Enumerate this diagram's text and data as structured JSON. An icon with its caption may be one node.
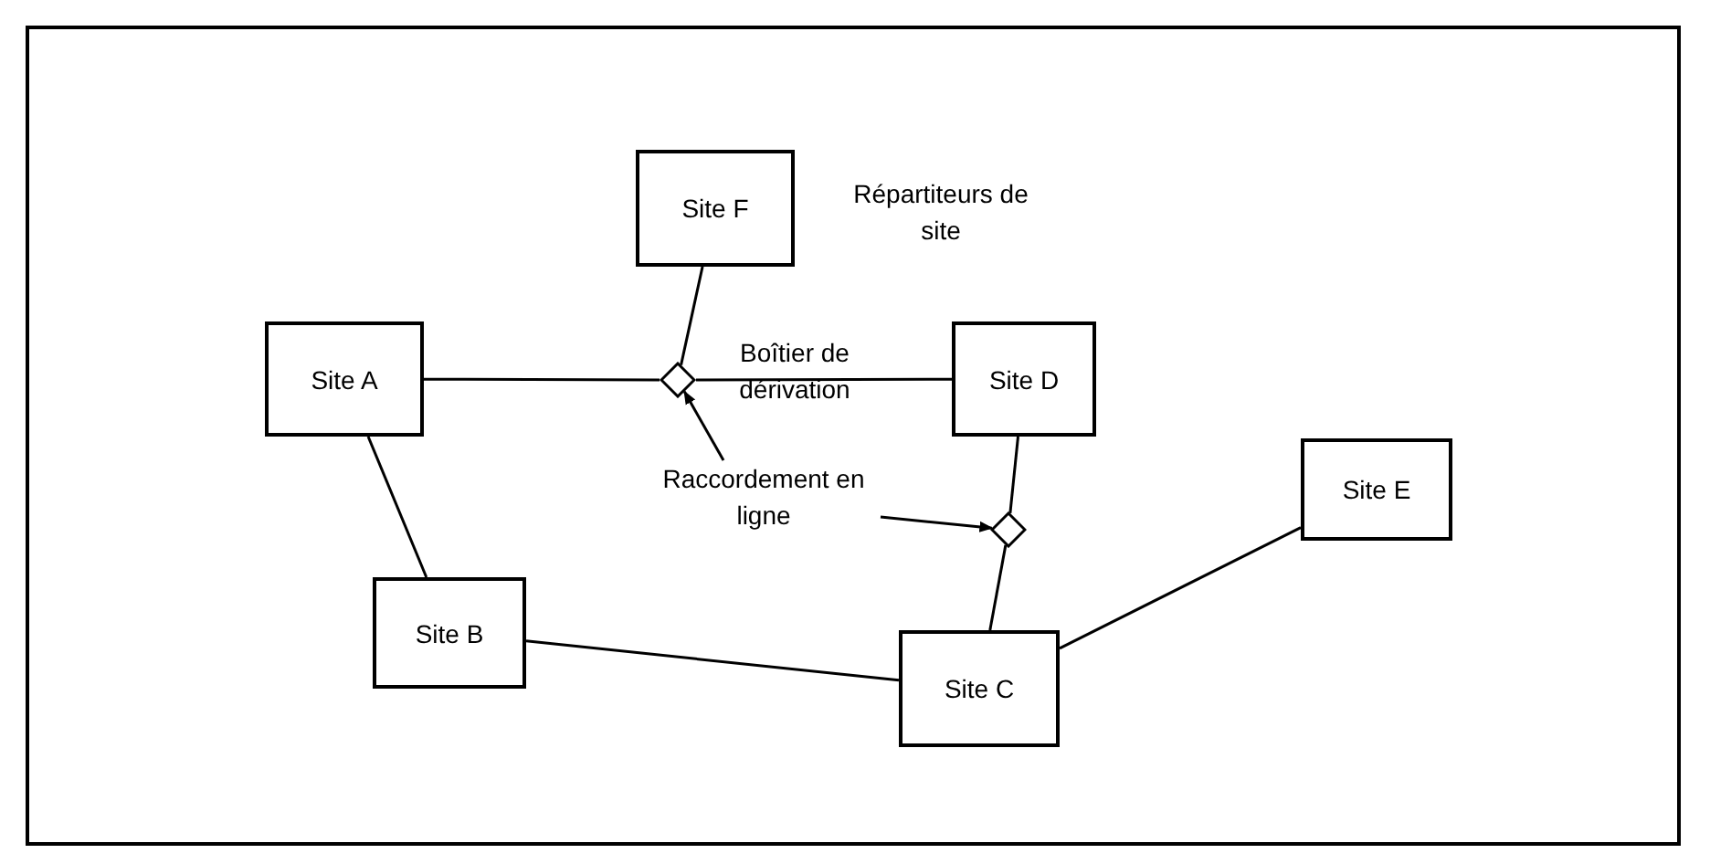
{
  "diagram": {
    "nodes": [
      {
        "text": [
          "Site F"
        ]
      },
      {
        "text": [
          "Site A"
        ]
      },
      {
        "text": [],
        "shape": "diamond"
      },
      {
        "text": [
          "Site D"
        ]
      },
      {
        "text": [
          "Raccordement en ligne"
        ]
      },
      {
        "text": [],
        "shape": "diamond"
      },
      {
        "text": [
          "Site E"
        ]
      },
      {
        "text": [
          "Site B"
        ]
      },
      {
        "text": [
          "Site C"
        ]
      }
    ],
    "edges": [
      {
        "from": 0,
        "to": 2,
        "arrow": "none"
      },
      {
        "from": 1,
        "to": 2,
        "arrow": "none"
      },
      {
        "from": 2,
        "to": 3,
        "arrow": "none"
      },
      {
        "from": 3,
        "to": 5,
        "arrow": "none"
      },
      {
        "from": 5,
        "to": 8,
        "arrow": "none"
      },
      {
        "from": 1,
        "to": 7,
        "arrow": "none"
      },
      {
        "from": 7,
        "to": 8,
        "arrow": "none"
      },
      {
        "from": 8,
        "to": 6,
        "arrow": "none"
      },
      {
        "from": 4,
        "to": 2,
        "arrow": "to"
      },
      {
        "from": 4,
        "to": 5,
        "arrow": "to"
      }
    ],
    "labels": [
      "Répartiteurs de site",
      "Boîtier de dérivation"
    ]
  }
}
